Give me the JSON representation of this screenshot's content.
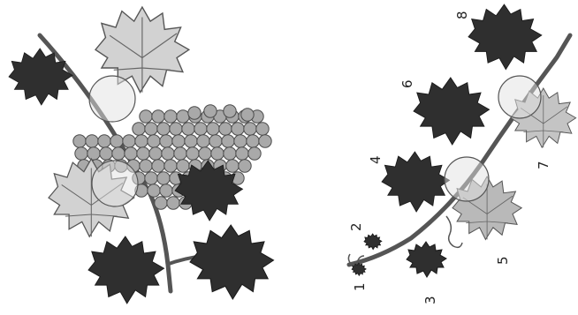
{
  "figure": {
    "background": "#ffffff",
    "colors": {
      "dark_leaf": "#2f2f2f",
      "light_leaf": "#d2d2d2",
      "stem": "#555555",
      "grape": "#a9a9a9",
      "highlight": "#e2e2e2"
    }
  },
  "labels": {
    "one": "1",
    "two": "2",
    "three": "3",
    "four": "4",
    "five": "5",
    "six": "6",
    "seven": "7",
    "eight": "8"
  }
}
